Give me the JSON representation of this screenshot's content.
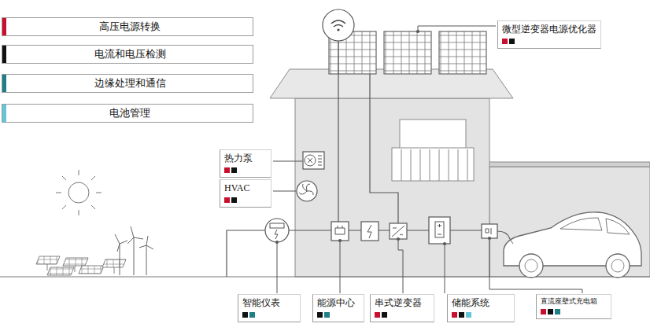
{
  "diagram": {
    "nodes": [
      {
        "text": [
          "微型逆变器电源优化器"
        ]
      },
      {
        "text": [
          "热力泵"
        ]
      },
      {
        "text": [
          "HVAC"
        ]
      },
      {
        "text": [
          "智能仪表"
        ]
      },
      {
        "text": [
          "能源中心"
        ]
      },
      {
        "text": [
          "串式逆变器"
        ]
      },
      {
        "text": [
          "储能系统"
        ]
      },
      {
        "text": [
          "直流座壁式充电箱"
        ]
      }
    ],
    "legend": [
      {
        "text": "高压电源转换",
        "color": "#c8102e"
      },
      {
        "text": "电流和电压检测",
        "color": "#111111"
      },
      {
        "text": "边缘处理和通信",
        "color": "#1f7f86"
      },
      {
        "text": "电池管理",
        "color": "#62c6d6"
      }
    ]
  }
}
